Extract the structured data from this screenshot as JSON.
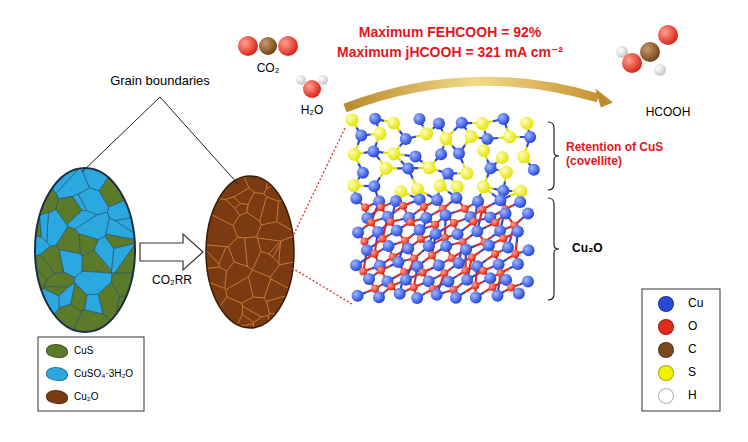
{
  "diagram": {
    "labels": [
      "Grain boundaries",
      "CO₂RR",
      "CO₂",
      "H₂O",
      "HCOOH",
      "Maximum FEHCOOH = 92%",
      "Maximum jHCOOH = 321 mA cm⁻²",
      "Retention of CuS (covellite)",
      "Cu₂O"
    ],
    "legend": [
      {
        "text": "CuS",
        "color": "#5b7b2a"
      },
      {
        "text": "CuSO₄·3H₂O",
        "color": "#2aa8df"
      },
      {
        "text": "Cu₂O",
        "color": "#7a3a12"
      },
      {
        "text": "Cu",
        "color": "#2a48d8"
      },
      {
        "text": "O",
        "color": "#e02a1a"
      },
      {
        "text": "C",
        "color": "#7a4a1e"
      },
      {
        "text": "S",
        "color": "#f2f200"
      },
      {
        "text": "H",
        "color": "#ffffff"
      }
    ]
  }
}
